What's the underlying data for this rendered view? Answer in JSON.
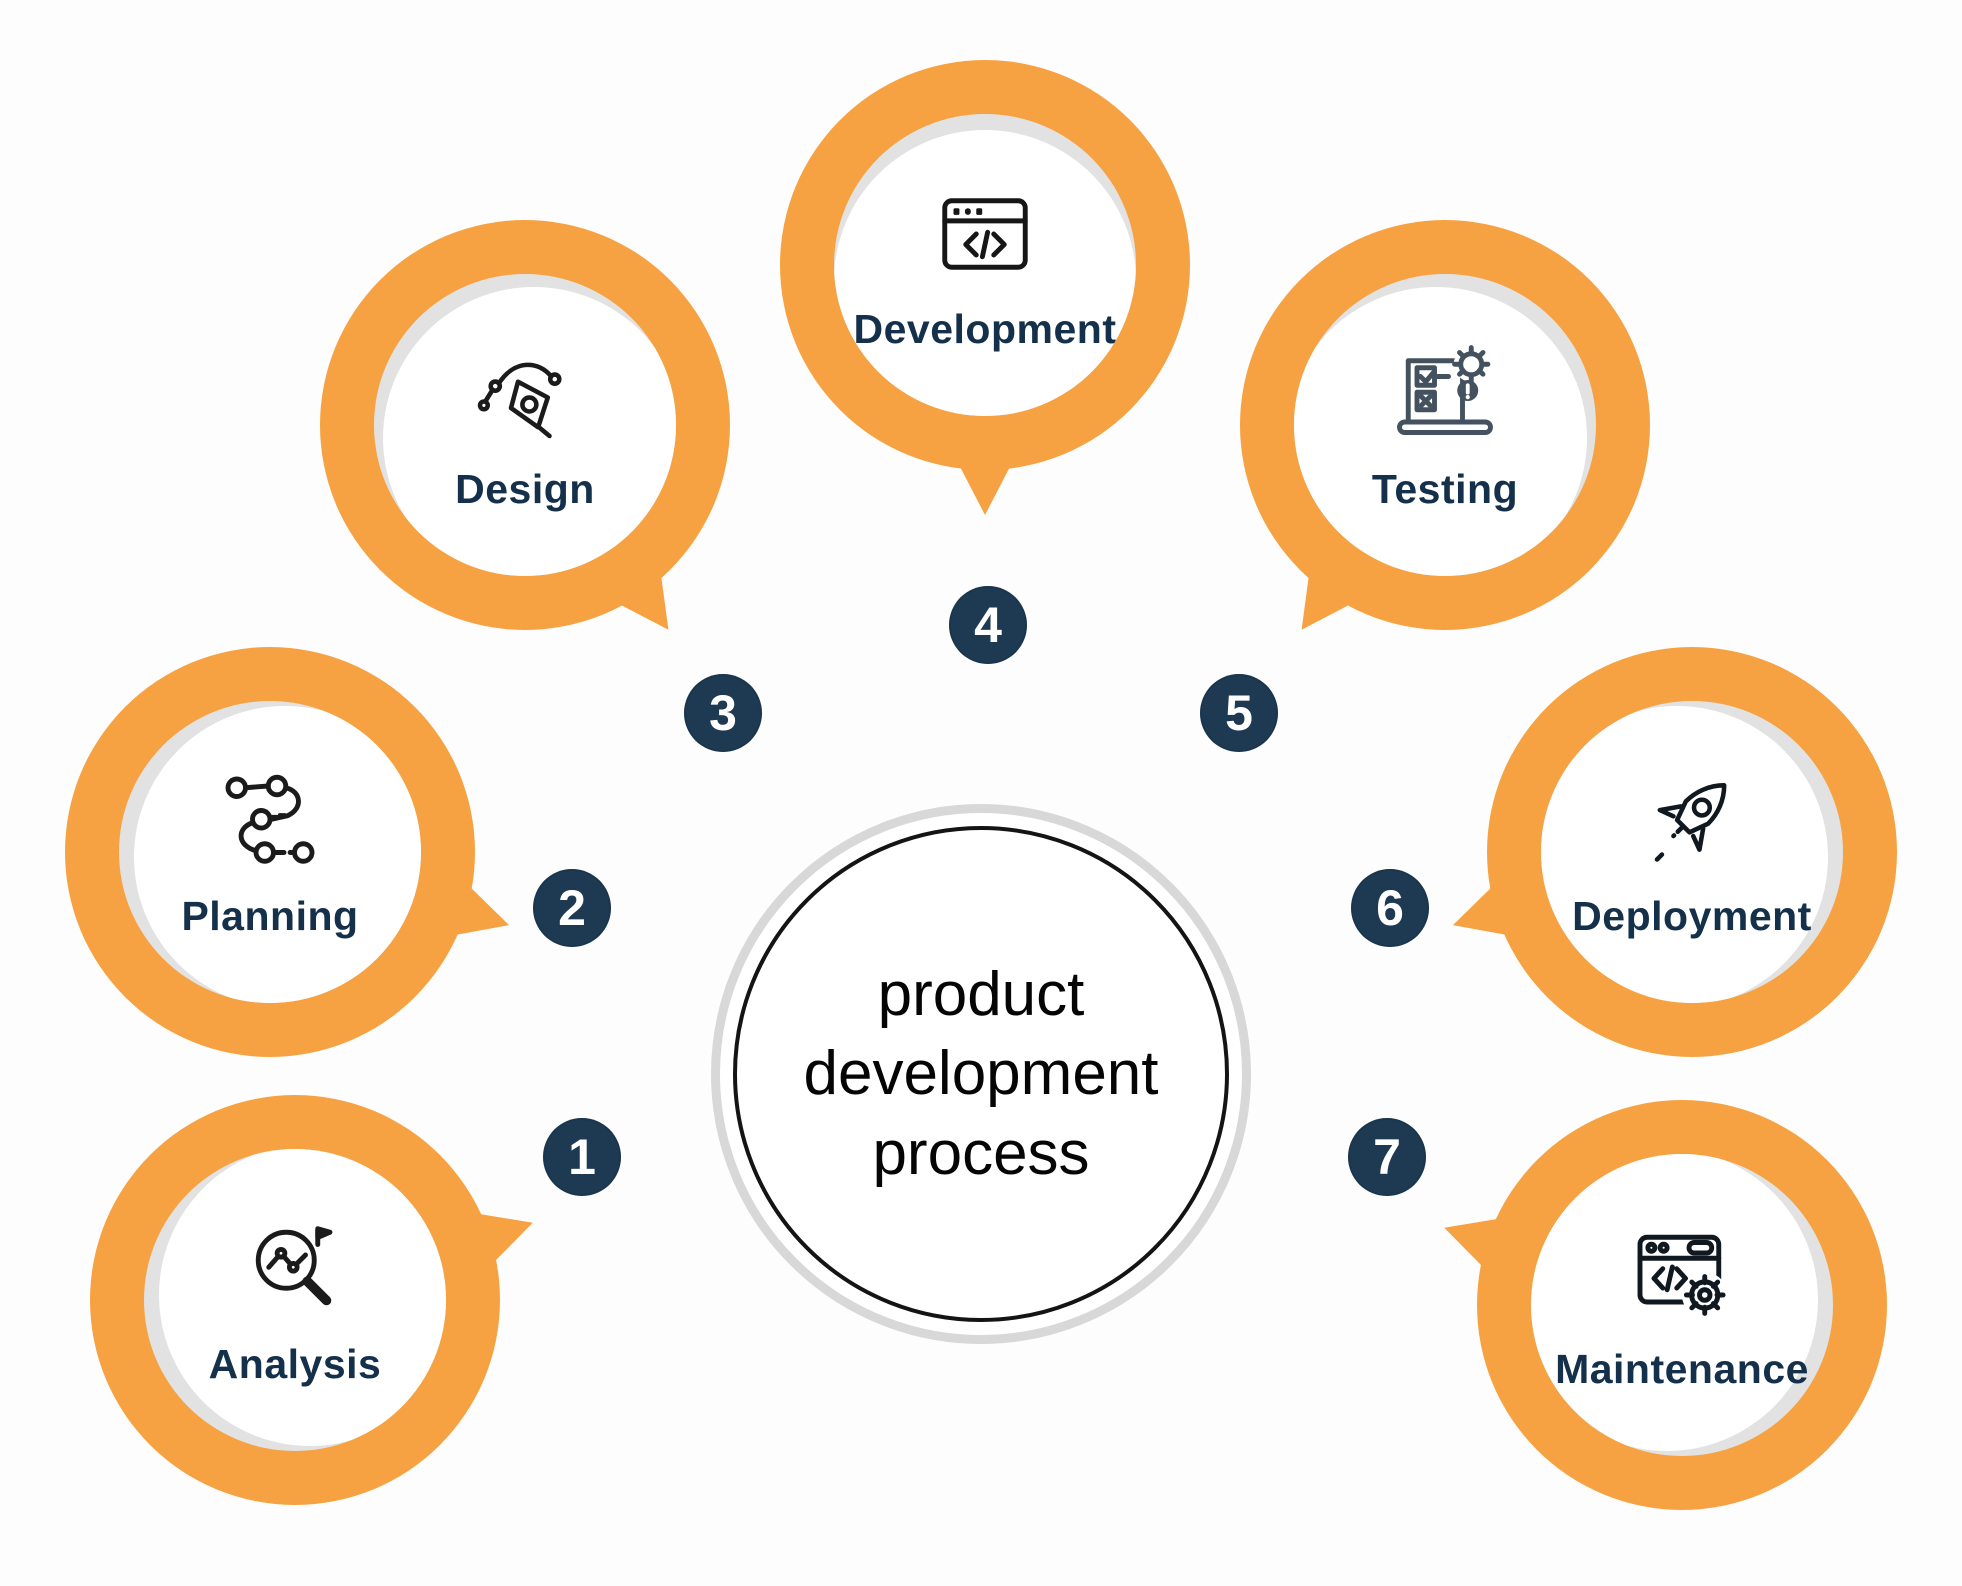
{
  "diagram": {
    "title_lines": [
      "product",
      "development",
      "process"
    ],
    "steps": [
      {
        "number": "1",
        "label": "Analysis",
        "icon": "analysis-icon"
      },
      {
        "number": "2",
        "label": "Planning",
        "icon": "planning-icon"
      },
      {
        "number": "3",
        "label": "Design",
        "icon": "design-icon"
      },
      {
        "number": "4",
        "label": "Development",
        "icon": "development-icon"
      },
      {
        "number": "5",
        "label": "Testing",
        "icon": "testing-icon"
      },
      {
        "number": "6",
        "label": "Deployment",
        "icon": "deployment-icon"
      },
      {
        "number": "7",
        "label": "Maintenance",
        "icon": "maintenance-icon"
      }
    ],
    "colors": {
      "ring_orange": "#F7A242",
      "badge_navy": "#1E3A53",
      "label_navy": "#14304A",
      "crescent_gray": "#E2E2E2",
      "center_ring_gray": "#D8D8D8",
      "center_ring_black": "#141414",
      "icon_ink": "#1B1B1B",
      "testing_icon_ink": "#43525E",
      "background": "#FDFDFD"
    }
  }
}
